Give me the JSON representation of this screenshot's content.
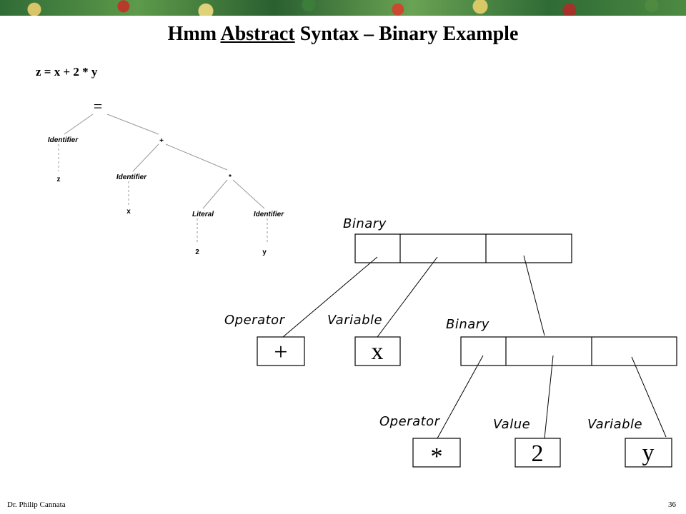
{
  "slide": {
    "title_pre": "Hmm ",
    "title_underlined": "Abstract",
    "title_post": " Syntax – Binary Example",
    "expression": "z = x + 2 * y",
    "footer_author": "Dr. Philip Cannata",
    "page_number": "36"
  },
  "tree": {
    "root": "=",
    "left_label": "Identifier",
    "left_value": "z",
    "plus": "+",
    "plus_left_label": "Identifier",
    "plus_left_value": "x",
    "times": "*",
    "literal_label": "Literal",
    "literal_value": "2",
    "times_right_label": "Identifier",
    "times_right_value": "y"
  },
  "objects": {
    "binary_top": "Binary",
    "binary_inner": "Binary",
    "operator_1_label": "Operator",
    "operator_1_value": "+",
    "variable_1_label": "Variable",
    "variable_1_value": "x",
    "operator_2_label": "Operator",
    "operator_2_value": "*",
    "value_label": "Value",
    "value_value": "2",
    "variable_2_label": "Variable",
    "variable_2_value": "y"
  }
}
